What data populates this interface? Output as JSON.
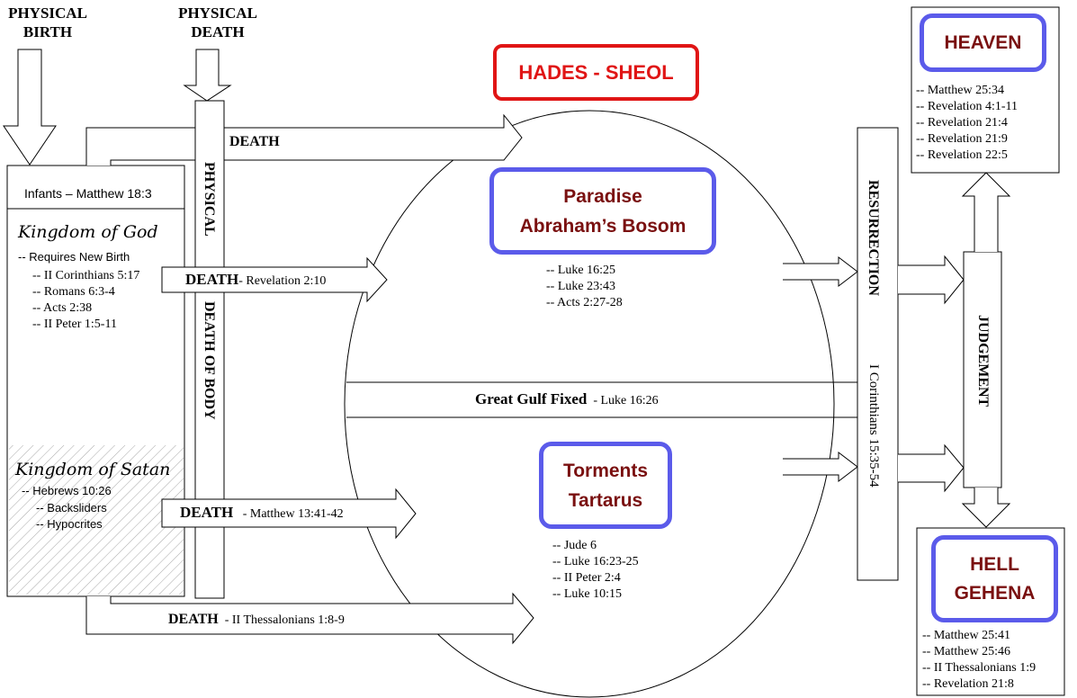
{
  "headers": {
    "physical_birth": [
      "PHYSICAL",
      "BIRTH"
    ],
    "physical_death": [
      "PHYSICAL",
      "DEATH"
    ]
  },
  "infants": "Infants – Matthew 18:3",
  "kingdom_god": {
    "title": "Kingdom of God",
    "line": "-- Requires New Birth",
    "refs": [
      "-- II Corinthians 5:17",
      "-- Romans 6:3-4",
      "-- Acts 2:38",
      "-- II Peter 1:5-11"
    ]
  },
  "kingdom_satan": {
    "title": "Kingdom of Satan",
    "line": "-- Hebrews 10:26",
    "subs": [
      "-- Backsliders",
      "-- Hypocrites"
    ]
  },
  "physical_column": {
    "top": "PHYSICAL",
    "bottom": "DEATH OF BODY"
  },
  "arrows": {
    "top": {
      "label": "DEATH",
      "ref": ""
    },
    "god": {
      "label": "DEATH",
      "ref": "- Revelation 2:10"
    },
    "satan": {
      "label": "DEATH",
      "ref": "- Matthew 13:41-42"
    },
    "bottom": {
      "label": "DEATH",
      "ref": "- II Thessalonians 1:8-9"
    }
  },
  "hades": "HADES - SHEOL",
  "paradise": {
    "title": [
      "Paradise",
      "Abraham’s Bosom"
    ],
    "refs": [
      "-- Luke 16:25",
      "-- Luke 23:43",
      "-- Acts 2:27-28"
    ]
  },
  "gulf": {
    "label": "Great Gulf Fixed",
    "ref": "- Luke 16:26"
  },
  "torments": {
    "title": [
      "Torments",
      "Tartarus"
    ],
    "refs": [
      "-- Jude 6",
      "-- Luke 16:23-25",
      "-- II Peter 2:4",
      "-- Luke 10:15"
    ]
  },
  "resurrection": {
    "label": "RESURRECTION",
    "ref": "I Corinthians 15:35-54"
  },
  "judgement": "JUDGEMENT",
  "heaven": {
    "title": "HEAVEN",
    "refs": [
      "-- Matthew 25:34",
      "-- Revelation 4:1-11",
      "-- Revelation 21:4",
      "-- Revelation 21:9",
      "-- Revelation 22:5"
    ]
  },
  "hell": {
    "title": [
      "HELL",
      "GEHENA"
    ],
    "refs": [
      "-- Matthew 25:41",
      "-- Matthew 25:46",
      "-- II Thessalonians 1:9",
      "-- Revelation 21:8"
    ]
  },
  "colors": {
    "realm_border": "#5b5bea",
    "realm_text": "#7a1010",
    "hades": "#e01515"
  }
}
